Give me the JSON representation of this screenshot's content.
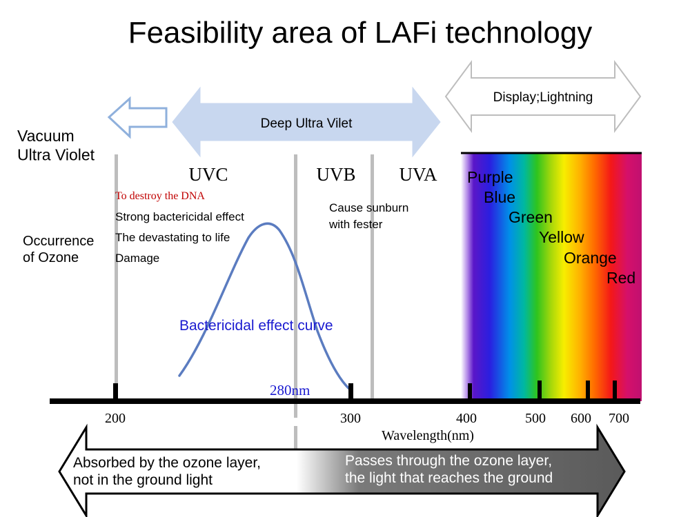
{
  "title": "Feasibility area of LAFi technology",
  "arrows": {
    "vacuum_uv": "Vacuum\nUltra Violet",
    "deep_uv": "Deep Ultra Vilet",
    "display": "Display;Lightning"
  },
  "bands": {
    "uvc": "UVC",
    "uvb": "UVB",
    "uva": "UVA"
  },
  "uvc_notes": {
    "dna": "To destroy the DNA",
    "line1": "Strong bactericidal effect",
    "line2": "The devastating to life",
    "line3": "Damage"
  },
  "uvb_notes": {
    "line1": "Cause sunburn",
    "line2": "with fester"
  },
  "ozone_label": "Occurrence\nof Ozone",
  "curve_label": "Bactericidal effect curve",
  "marker_280": "280nm",
  "colors_list": [
    "Purple",
    "Blue",
    "Green",
    "Yellow",
    "Orange",
    "Red"
  ],
  "axis": {
    "label": "Wavelength(nm)",
    "ticks": [
      "200",
      "300",
      "400",
      "500",
      "600",
      "700"
    ]
  },
  "bottom": {
    "left": "Absorbed by the ozone layer,\nnot in the ground light",
    "right": "Passes through the ozone layer,\nthe light that reaches the ground"
  },
  "palette": {
    "deep_uv_fill": "#c8d7ef",
    "curve": "#5b7cc0",
    "curve_label": "#1a1ad0",
    "dna_text": "#c00000",
    "marker_280": "#1a1ad0"
  }
}
